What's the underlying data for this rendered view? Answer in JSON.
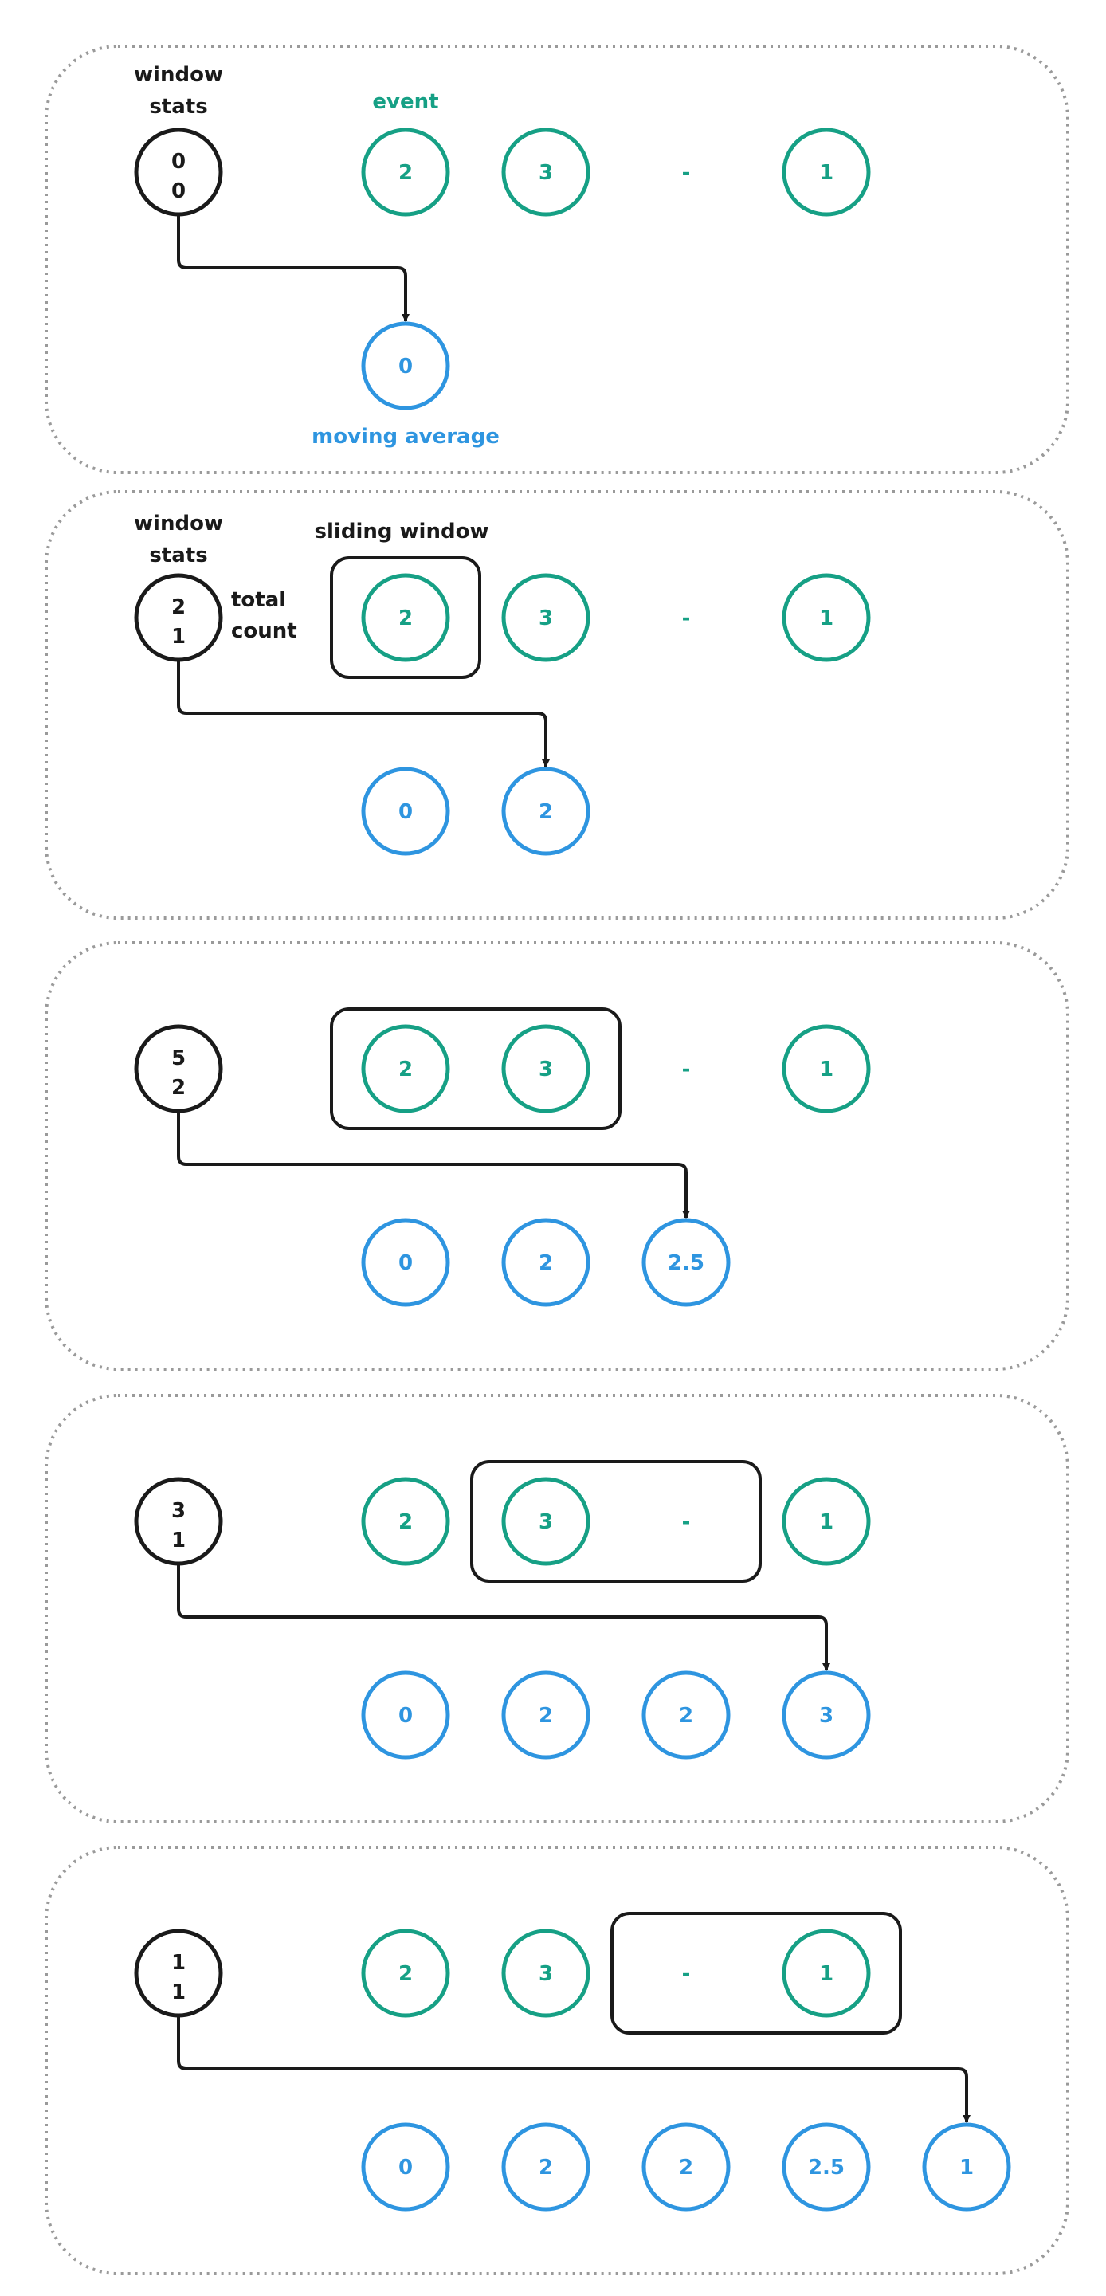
{
  "colors": {
    "event": "#16A085",
    "average": "#2E95E0",
    "stats": "#1a1a1a",
    "frame_border": "#9a9a9a",
    "arrow": "#1a1a1a"
  },
  "labels": {
    "window_stats_line1": "window",
    "window_stats_line2": "stats",
    "event": "event",
    "moving_average": "moving average",
    "sliding_window": "sliding window",
    "total": "total",
    "count": "count"
  },
  "panels": [
    {
      "stats": [
        "0",
        "0"
      ],
      "events": [
        "2",
        "3",
        "-",
        "1"
      ],
      "window": null,
      "averages": [
        "0"
      ]
    },
    {
      "stats": [
        "2",
        "1"
      ],
      "events": [
        "2",
        "3",
        "-",
        "1"
      ],
      "window": [
        0,
        0
      ],
      "averages": [
        "0",
        "2"
      ]
    },
    {
      "stats": [
        "5",
        "2"
      ],
      "events": [
        "2",
        "3",
        "-",
        "1"
      ],
      "window": [
        0,
        1
      ],
      "averages": [
        "0",
        "2",
        "2.5"
      ]
    },
    {
      "stats": [
        "3",
        "1"
      ],
      "events": [
        "2",
        "3",
        "-",
        "1"
      ],
      "window": [
        1,
        2
      ],
      "averages": [
        "0",
        "2",
        "2",
        "3"
      ]
    },
    {
      "stats": [
        "1",
        "1"
      ],
      "events": [
        "2",
        "3",
        "-",
        "1"
      ],
      "window": [
        2,
        3
      ],
      "averages": [
        "0",
        "2",
        "2",
        "2.5",
        "1"
      ]
    }
  ]
}
